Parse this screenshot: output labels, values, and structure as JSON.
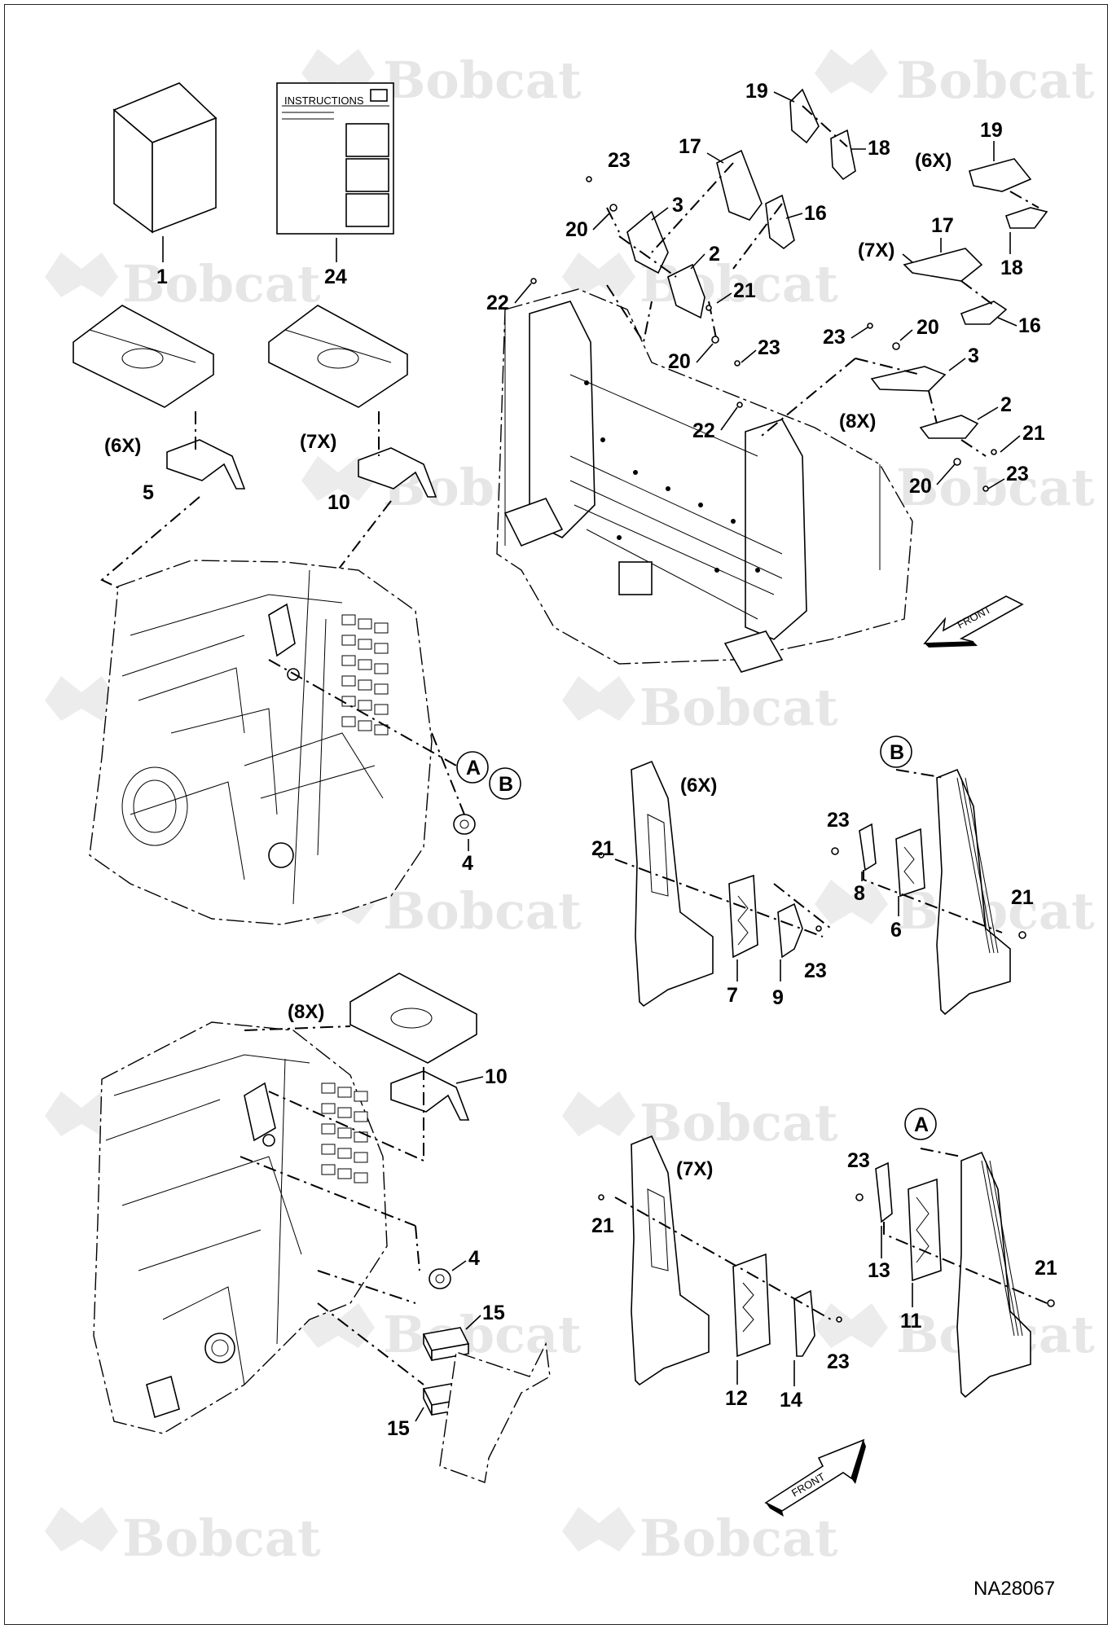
{
  "diagram_id": "NA28067",
  "watermark": "Bobcat",
  "instructions_label": "INSTRUCTIONS",
  "front_label": "FRONT",
  "quantities": {
    "q6x": "(6X)",
    "q7x": "(7X)",
    "q8x": "(8X)"
  },
  "refs": {
    "a": "A",
    "b": "B"
  },
  "parts": {
    "p1": "1",
    "p2": "2",
    "p3": "3",
    "p4": "4",
    "p5": "5",
    "p6": "6",
    "p7": "7",
    "p8": "8",
    "p9": "9",
    "p10": "10",
    "p11": "11",
    "p12": "12",
    "p13": "13",
    "p14": "14",
    "p15": "15",
    "p16": "16",
    "p17": "17",
    "p18": "18",
    "p19": "19",
    "p20": "20",
    "p21": "21",
    "p22": "22",
    "p23": "23",
    "p24": "24"
  }
}
